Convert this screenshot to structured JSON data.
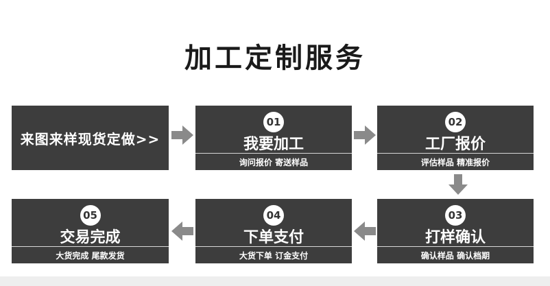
{
  "title": "加工定制服务",
  "start": {
    "label": "来图来样现货定做>>"
  },
  "steps": [
    {
      "num": "01",
      "label": "我要加工",
      "sub": "询问报价 寄送样品"
    },
    {
      "num": "02",
      "label": "工厂报价",
      "sub": "评估样品 精准报价"
    },
    {
      "num": "03",
      "label": "打样确认",
      "sub": "确认样品 确认档期"
    },
    {
      "num": "04",
      "label": "下单支付",
      "sub": "大货下单 订金支付"
    },
    {
      "num": "05",
      "label": "交易完成",
      "sub": "大货完成 尾款发货"
    }
  ],
  "colors": {
    "box": "#3d3d3d",
    "arrow": "#8a8a8a",
    "text": "#ffffff"
  }
}
